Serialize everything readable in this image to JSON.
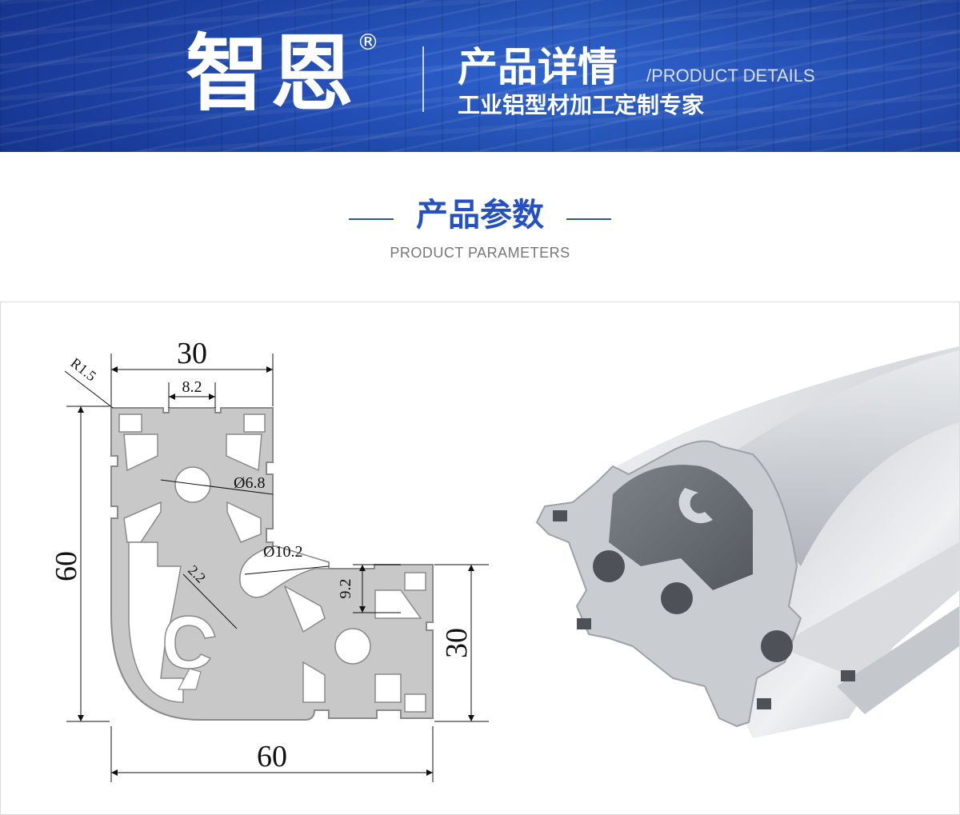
{
  "banner": {
    "brand": "智恩",
    "registered": "®",
    "title": "产品详情",
    "title_en": "/PRODUCT DETAILS",
    "subtitle": "工业铝型材加工定制专家"
  },
  "section": {
    "title": "产品参数",
    "subtitle": "PRODUCT PARAMETERS"
  },
  "drawing": {
    "dim_top_width": "30",
    "dim_slot": "8.2",
    "dim_radius": "R1.5",
    "dim_hole_small": "Ø6.8",
    "dim_hole_large": "Ø10.2",
    "dim_height_left": "60",
    "dim_wall": "2.2",
    "dim_slot_depth": "9.2",
    "dim_height_right": "30",
    "dim_bottom_width": "60"
  },
  "colors": {
    "banner_blue": "#2453bf",
    "accent_blue": "#2450c2",
    "profile_gray": "#c8c8c8"
  }
}
